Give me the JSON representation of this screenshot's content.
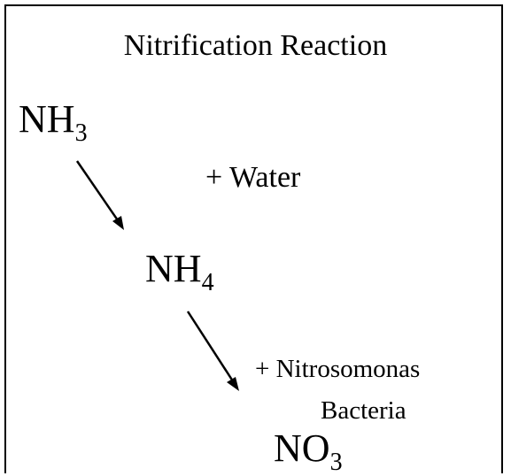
{
  "diagram": {
    "title": "Nitrification Reaction",
    "step1": {
      "formula_main": "NH",
      "formula_sub": "3"
    },
    "reagent1": "+ Water",
    "step2": {
      "formula_main": "NH",
      "formula_sub": "4"
    },
    "reagent2_line1": "+ Nitrosomonas",
    "reagent2_line2": "Bacteria",
    "step3": {
      "formula_main": "NO",
      "formula_sub": "3"
    },
    "arrows": [
      {
        "from": "NH3",
        "to": "NH4"
      },
      {
        "from": "NH4",
        "to": "NO3"
      }
    ]
  }
}
